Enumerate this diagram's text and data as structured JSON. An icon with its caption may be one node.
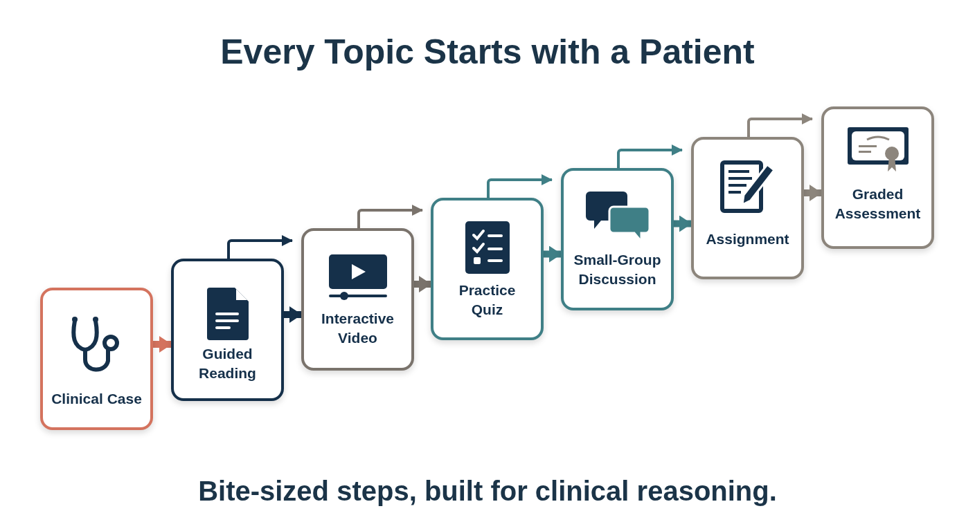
{
  "diagram": {
    "title": "Every Topic Starts with a Patient",
    "caption": "Bite-sized steps, built for clinical reasoning.",
    "nodes": [
      {
        "text": [
          "Clinical Case"
        ]
      },
      {
        "text": [
          "Guided Reading"
        ]
      },
      {
        "text": [
          "Interactive Video"
        ]
      },
      {
        "text": [
          "Practice Quiz"
        ]
      },
      {
        "text": [
          "Small-Group Discussion"
        ]
      },
      {
        "text": [
          "Assignment"
        ]
      },
      {
        "text": [
          "Graded Assessment"
        ]
      }
    ],
    "edges": [
      {
        "from": 0,
        "to": 1,
        "arrow": "to",
        "color": "#d4735e"
      },
      {
        "from": 1,
        "to": 2,
        "arrow": "to",
        "color": "#15304a"
      },
      {
        "from": 2,
        "to": 3,
        "arrow": "to",
        "color": "#7a736c"
      },
      {
        "from": 3,
        "to": 4,
        "arrow": "to",
        "color": "#3f7f86"
      },
      {
        "from": 4,
        "to": 5,
        "arrow": "to",
        "color": "#3f7f86"
      },
      {
        "from": 5,
        "to": 6,
        "arrow": "to",
        "color": "#8c857c"
      },
      {
        "from": 1,
        "to": null,
        "arrow": "to",
        "color": "#15304a"
      },
      {
        "from": 2,
        "to": null,
        "arrow": "to",
        "color": "#7a736c"
      },
      {
        "from": 3,
        "to": null,
        "arrow": "to",
        "color": "#3f7f86"
      },
      {
        "from": 4,
        "to": null,
        "arrow": "to",
        "color": "#3f7f86"
      },
      {
        "from": 5,
        "to": null,
        "arrow": "to",
        "color": "#8c857c"
      }
    ]
  }
}
